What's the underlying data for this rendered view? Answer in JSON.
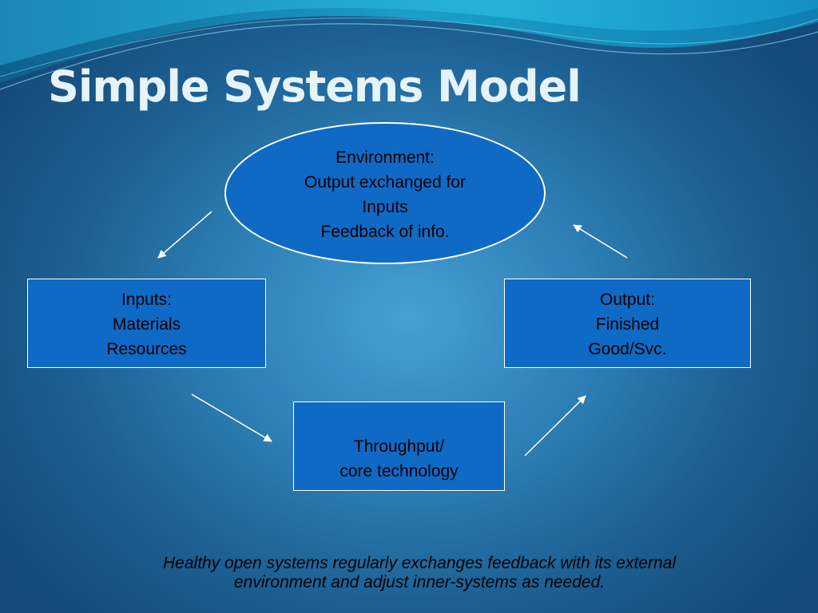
{
  "slide": {
    "title": "Simple Systems Model"
  },
  "nodes": {
    "environment": [
      "Environment:",
      "Output exchanged for",
      "Inputs",
      "Feedback of info."
    ],
    "inputs": [
      "Inputs:",
      "Materials",
      "Resources"
    ],
    "output": [
      "Output:",
      "Finished",
      "Good/Svc."
    ],
    "throughput": [
      "Throughput/",
      "core technology"
    ]
  },
  "footer": {
    "line1": "Healthy open systems regularly exchanges feedback with its external",
    "line2": "environment and adjust inner-systems as needed."
  },
  "colors": {
    "node_fill": "#0f6ac6",
    "node_border": "#ffffff",
    "arrow": "#ffffff",
    "title": "#e6f3fa",
    "background_center": "#46a0d4",
    "background_edge": "#154a78"
  }
}
